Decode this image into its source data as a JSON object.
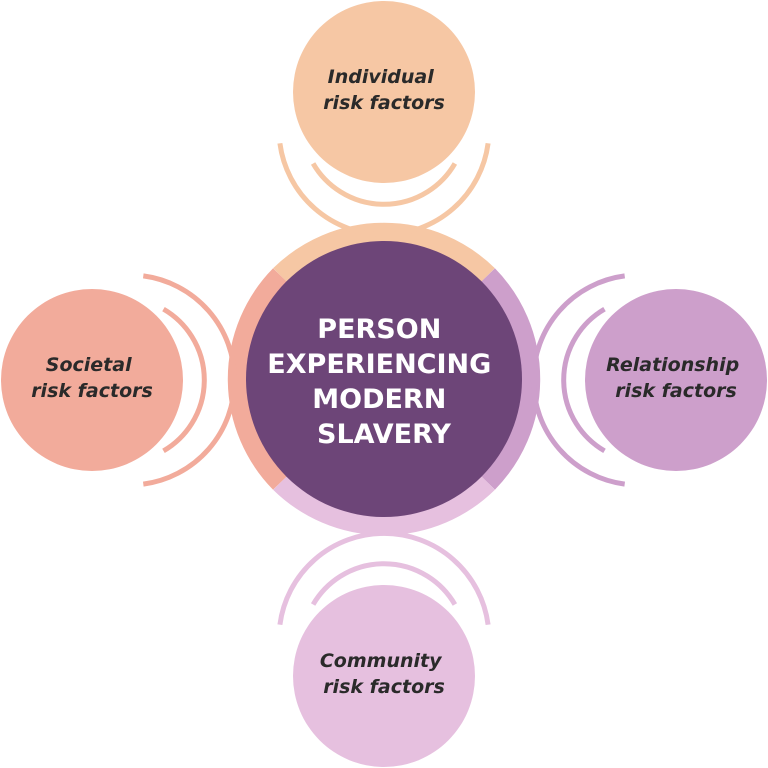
{
  "center": {
    "lines": [
      "PERSON",
      "EXPERIENCING",
      "MODERN",
      "SLAVERY"
    ],
    "fill_color": "#6d4578"
  },
  "satellites": {
    "individual": {
      "line1": "Individual",
      "line2": "risk factors",
      "color": "#f6c7a4"
    },
    "relationship": {
      "line1": "Relationship",
      "line2": "risk factors",
      "color": "#cd9fcb"
    },
    "community": {
      "line1": "Community",
      "line2": "risk factors",
      "color": "#e6c0df"
    },
    "societal": {
      "line1": "Societal",
      "line2": "risk factors",
      "color": "#f2ab9b"
    }
  }
}
